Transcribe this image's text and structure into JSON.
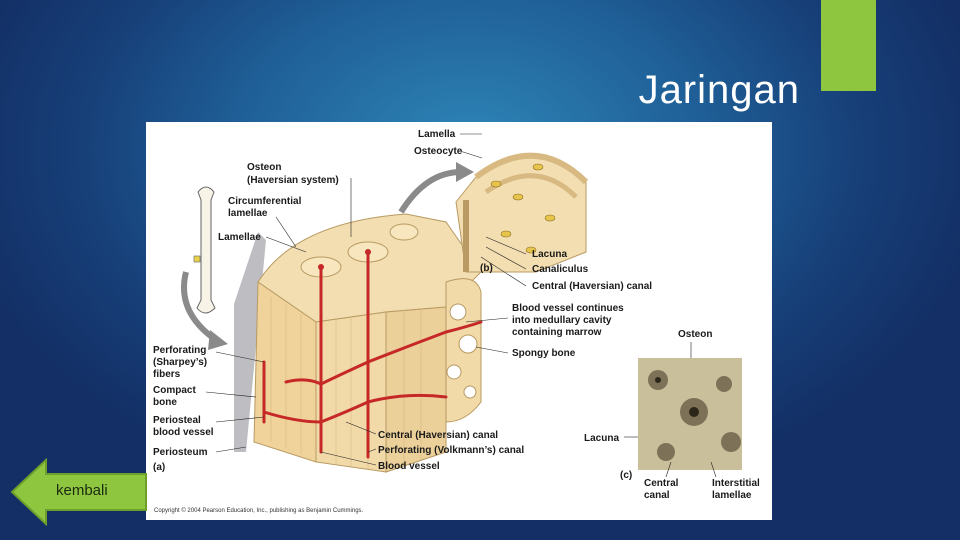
{
  "slide": {
    "title": "Jaringan",
    "back_button_label": "kembali",
    "accent_color": "#8fc63f",
    "background_color": "#1f5f97"
  },
  "figure": {
    "labels": {
      "lamella": "Lamella",
      "osteocyte": "Osteocyte",
      "osteon_line1": "Osteon",
      "osteon_line2": "(Haversian system)",
      "circ_line1": "Circumferential",
      "circ_line2": "lamellae",
      "lamellae": "Lamellae",
      "lacuna_b": "Lacuna",
      "canaliculus": "Canaliculus",
      "central_canal_b": "Central (Haversian) canal",
      "panel_b": "(b)",
      "bv_line1": "Blood vessel continues",
      "bv_line2": "into medullary cavity",
      "bv_line3": "containing marrow",
      "spongy_bone": "Spongy bone",
      "perf_line1": "Perforating",
      "perf_line2": "(Sharpey’s)",
      "perf_line3": "fibers",
      "compact_line1": "Compact",
      "compact_line2": "bone",
      "periosteal_line1": "Periosteal",
      "periosteal_line2": "blood vessel",
      "periosteum": "Periosteum",
      "panel_a": "(a)",
      "central_canal_a": "Central (Haversian) canal",
      "volkmann": "Perforating (Volkmann’s) canal",
      "blood_vessel": "Blood vessel",
      "osteon_c": "Osteon",
      "lacuna_c": "Lacuna",
      "panel_c": "(c)",
      "central_c_line1": "Central",
      "central_c_line2": "canal",
      "interstitial_line1": "Interstitial",
      "interstitial_line2": "lamellae",
      "copyright": "Copyright © 2004 Pearson Education, Inc., publishing as Benjamin Cummings."
    }
  }
}
